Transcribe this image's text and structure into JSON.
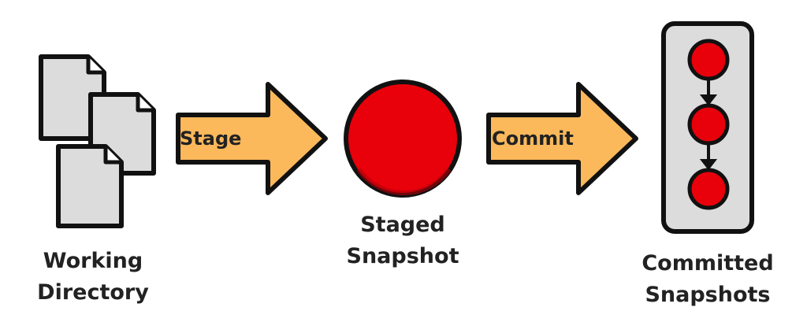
{
  "stages": {
    "working": {
      "label_line1": "Working",
      "label_line2": "Directory"
    },
    "staged": {
      "label_line1": "Staged",
      "label_line2": "Snapshot"
    },
    "committed": {
      "label_line1": "Committed",
      "label_line2": "Snapshots"
    }
  },
  "arrows": {
    "stage": "Stage",
    "commit": "Commit"
  },
  "colors": {
    "arrow": "#fbb95c",
    "snapshot": "#e8000b",
    "file": "#dcdcdc",
    "outline": "#111111"
  }
}
